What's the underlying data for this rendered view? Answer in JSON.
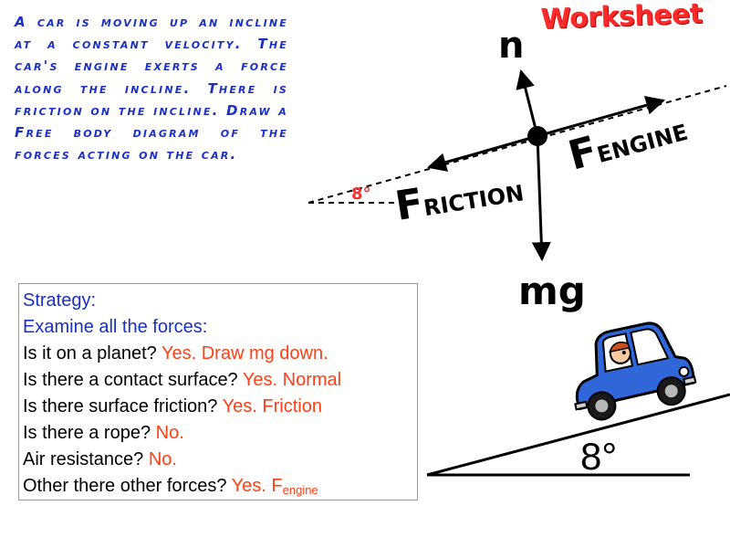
{
  "title": "Worksheet",
  "problem": "A car is moving up an incline at a constant velocity. The car's engine exerts a force along the incline. There is friction on the incline. Draw a Free body diagram of the forces acting on the car.",
  "forces": {
    "normal": "n",
    "gravity": "mg",
    "engine_main": "F",
    "engine_sub": "ENGINE",
    "friction_main": "F",
    "friction_sub": "RICTION"
  },
  "angles": {
    "diagram": "8°",
    "incline": "8°"
  },
  "strategy": {
    "heading": "Strategy:",
    "subheading": "Examine all the forces:",
    "items": [
      {
        "question": "Is it on a planet?",
        "answer": "Yes. Draw mg down."
      },
      {
        "question": "Is there a contact surface?",
        "answer": "Yes. Normal"
      },
      {
        "question": "Is there surface friction?",
        "answer": "Yes. Friction"
      },
      {
        "question": "Is there a rope?",
        "answer": "No."
      },
      {
        "question": "Air resistance?",
        "answer": "No."
      },
      {
        "question": "Other there other forces?",
        "answer": "Yes. F",
        "answer_sub": "engine"
      }
    ]
  },
  "colors": {
    "question_blue": "#1a2fc4",
    "answer_red": "#ff3e14",
    "title_red": "#ff2a2a",
    "car_blue": "#2f66d8"
  },
  "icons": {
    "car": "cartoon-car-icon"
  }
}
